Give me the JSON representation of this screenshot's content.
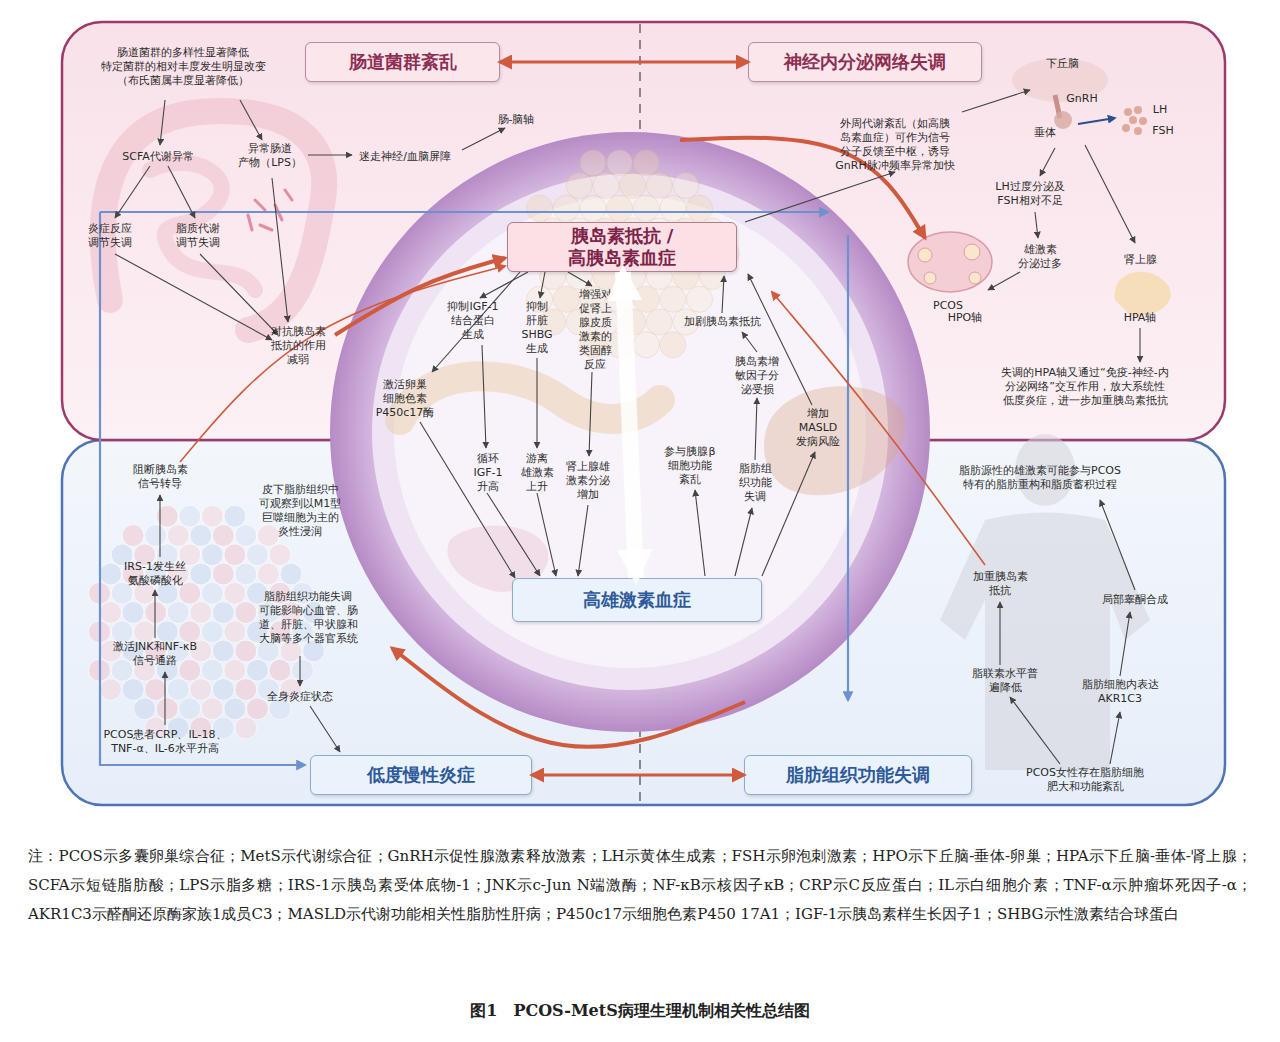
{
  "diagram": {
    "caption": "图1　PCOS-MetS病理生理机制相关性总结图",
    "nodes": [
      {
        "text": [
          "肠道菌群紊乱"
        ]
      },
      {
        "text": [
          "神经内分泌网络失调"
        ]
      },
      {
        "text": [
          "胰岛素抵抗 /高胰岛素血症"
        ]
      },
      {
        "text": [
          "高雄激素血症"
        ]
      },
      {
        "text": [
          "低度慢性炎症"
        ]
      },
      {
        "text": [
          "脂肪组织功能失调"
        ]
      }
    ],
    "edges": [
      {
        "from": 0,
        "to": 1,
        "arrow": "both"
      },
      {
        "from": 4,
        "to": 5,
        "arrow": "both"
      },
      {
        "from": 2,
        "to": 3,
        "arrow": "both"
      }
    ],
    "labels": [
      "肠道菌群的多样性显著降低 特定菌群的相对丰度发生明显改变 （布氏菌属丰度显著降低）",
      "SCFA代谢异常",
      "异常肠道 产物（LPS）",
      "迷走神经/血脑屏障",
      "肠-脑轴",
      "炎症反应 调节失调",
      "脂质代谢 调节失调",
      "对抗胰岛素 抵抗的作用 减弱",
      "下丘脑",
      "GnRH",
      "LH",
      "FSH",
      "垂体",
      "外周代谢紊乱（如高胰 岛素血症）可作为信号 分子反馈至中枢，诱导 GnRH脉冲频率异常加快",
      "LH过度分泌及 FSH相对不足",
      "雄激素 分泌过多",
      "肾上腺",
      "PCOS",
      "HPO轴",
      "HPA轴",
      "失调的HPA轴又通过“免疫-神经-内 分泌网络”交互作用，放大系统性 低度炎症，进一步加重胰岛素抵抗",
      "抑制IGF-1 结合蛋白 生成",
      "抑制 肝脏 SHBG 生成",
      "增强对 促肾上 腺皮质 激素的 类固醇 反应",
      "激活卵巢 细胞色素 P450c17酶",
      "循环 IGF-1 升高",
      "游离 雄激素 上升",
      "肾上腺雄 激素分泌 增加",
      "加剧胰岛素抵抗",
      "胰岛素增 敏因子分 泌受损",
      "增加 MASLD 发病风险",
      "参与胰腺β 细胞功能 紊乱",
      "脂肪组 织功能 失调",
      "阻断胰岛素 信号转导",
      "皮下脂肪组织中 可观察到以M1型 巨噬细胞为主的 炎性浸润",
      "IRS-1发生丝 氨酸磷酸化",
      "脂肪组织功能失调 可能影响心血管、肠 道、肝脏、甲状腺和 大脑等多个器官系统",
      "激活JNK和NF-κB 信号通路",
      "全身炎症状态",
      "PCOS患者CRP、IL-18、 TNF-α、IL-6水平升高",
      "脂肪源性的雄激素可能参与PCOS 特有的脂肪重构和脂质蓄积过程",
      "加重胰岛素 抵抗",
      "局部睾酮合成",
      "脂联素水平普 遍降低",
      "脂肪细胞内表达 AKR1C3",
      "PCOS女性存在脂肪细胞 肥大和功能紊乱",
      "注：PCOS示多囊卵巢综合征；MetS示代谢综合征；GnRH示促性腺激素释放激素；LH示黄体生成素；FSH示卵泡刺激素；HPO示下丘脑-垂体-卵巢；HPA示下丘脑-垂体-肾上腺；SCFA示短链脂肪酸；LPS示脂多糖；IRS-1示胰岛素受体底物-1；JNK示c-Jun N端激酶；NF-κB示核因子κB；CRP示C反应蛋白；IL示白细胞介素；TNF-α示肿瘤坏死因子-α；AKR1C3示醛酮还原酶家族1成员C3；MASLD示代谢功能相关性脂肪性肝病；P450c17示细胞色素P450 17A1；IGF-1示胰岛素样生长因子1；SHBG示性激素结合球蛋白"
    ]
  }
}
